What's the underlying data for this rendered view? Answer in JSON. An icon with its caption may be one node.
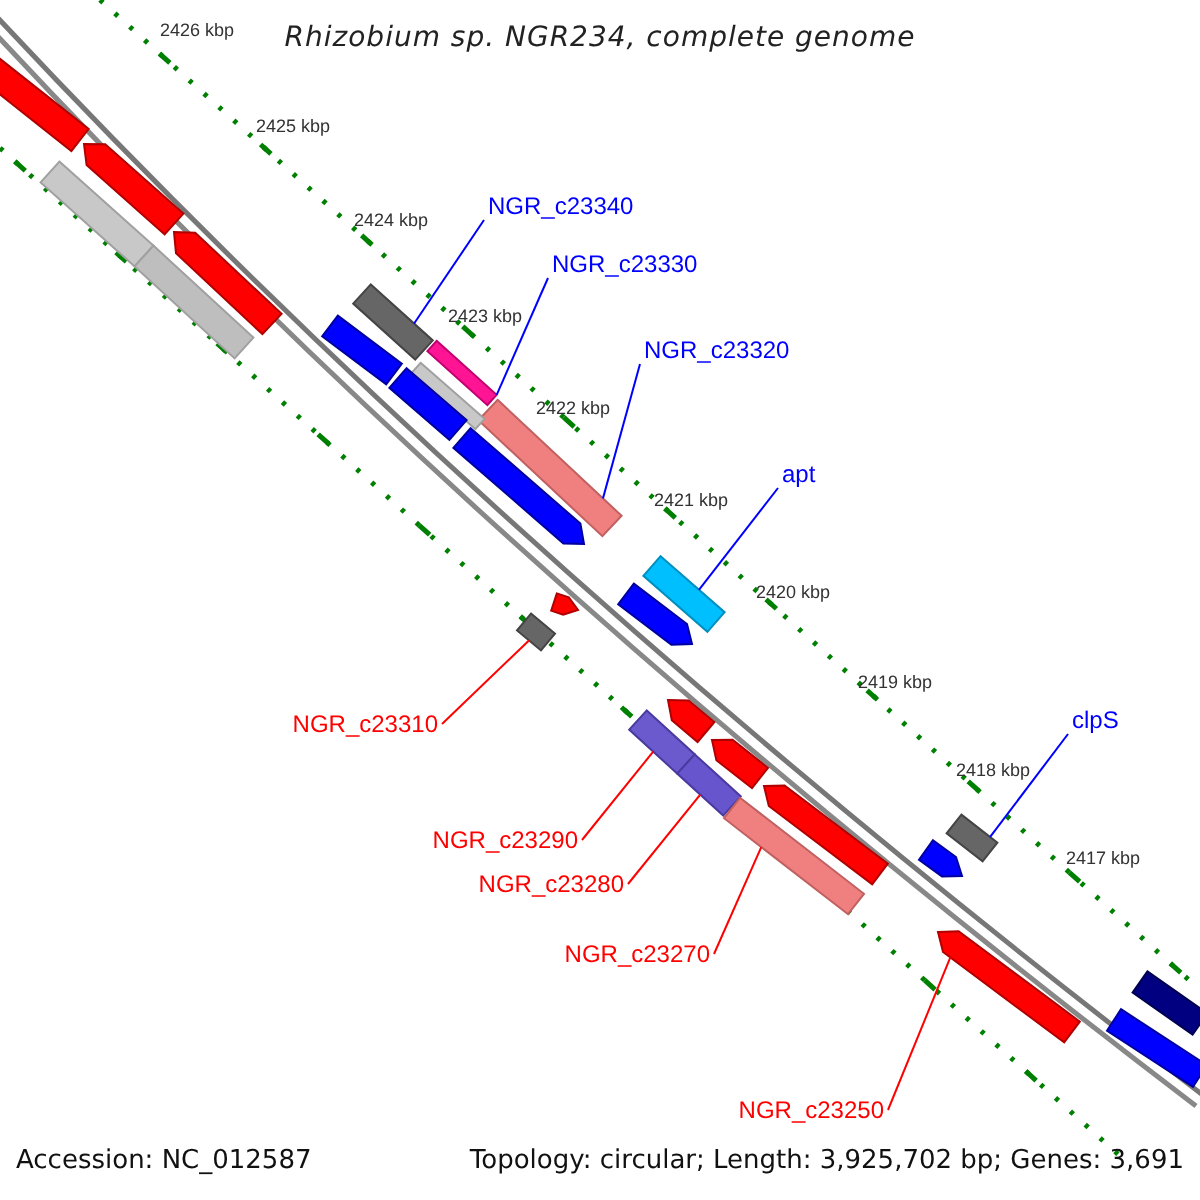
{
  "diagram": {
    "title": "Rhizobium sp. NGR234, complete genome",
    "nodes": [
      {
        "text": [],
        "shape": "bar"
      },
      {
        "text": [],
        "shape": "bar"
      },
      {
        "text": [],
        "shape": "bar"
      },
      {
        "text": [],
        "shape": "bar"
      },
      {
        "text": [],
        "shape": "bar"
      },
      {
        "text": [],
        "shape": "bar"
      },
      {
        "text": [],
        "shape": "bar"
      },
      {
        "text": [],
        "shape": "bar"
      },
      {
        "text": [],
        "shape": "bar"
      },
      {
        "text": [],
        "shape": "bar"
      },
      {
        "text": [],
        "shape": "bar"
      },
      {
        "text": [],
        "shape": "bar"
      },
      {
        "text": [],
        "shape": "bar"
      },
      {
        "text": [],
        "shape": "bar"
      },
      {
        "text": [],
        "shape": "bar"
      },
      {
        "text": [],
        "shape": "bar"
      },
      {
        "text": [],
        "shape": "bar"
      },
      {
        "text": [],
        "shape": "bar"
      },
      {
        "text": [],
        "shape": "bar"
      },
      {
        "text": [],
        "shape": "bar"
      },
      {
        "text": [],
        "shape": "bar"
      },
      {
        "text": [],
        "shape": "bar"
      },
      {
        "text": [],
        "shape": "bar"
      },
      {
        "text": [],
        "shape": "bar"
      },
      {
        "text": [],
        "shape": "bar"
      },
      {
        "text": [],
        "shape": "bar"
      },
      {
        "text": [],
        "shape": "bar"
      },
      {
        "text": [
          "NGR_c23340"
        ]
      },
      {
        "text": [
          "NGR_c23330"
        ]
      },
      {
        "text": [
          "NGR_c23320"
        ]
      },
      {
        "text": [
          "apt"
        ]
      },
      {
        "text": [
          "clpS"
        ]
      },
      {
        "text": [
          "NGR_c23310"
        ]
      },
      {
        "text": [
          "NGR_c23290"
        ]
      },
      {
        "text": [
          "NGR_c23280"
        ]
      },
      {
        "text": [
          "NGR_c23270"
        ]
      },
      {
        "text": [
          "NGR_c23250"
        ]
      }
    ],
    "edges": [
      {
        "from": 27,
        "to": 5,
        "arrow": "none",
        "color": "#0000ff"
      },
      {
        "from": 28,
        "to": 6,
        "arrow": "none",
        "color": "#0000ff"
      },
      {
        "from": 29,
        "to": 7,
        "arrow": "none",
        "color": "#0000ff"
      },
      {
        "from": 30,
        "to": 12,
        "arrow": "none",
        "color": "#0000ff"
      },
      {
        "from": 31,
        "to": 22,
        "arrow": "none",
        "color": "#0000ff"
      },
      {
        "from": 32,
        "to": 14,
        "arrow": "none",
        "color": "#ff0000"
      },
      {
        "from": 33,
        "to": 19,
        "arrow": "none",
        "color": "#ff0000"
      },
      {
        "from": 34,
        "to": 20,
        "arrow": "none",
        "color": "#ff0000"
      },
      {
        "from": 35,
        "to": 21,
        "arrow": "none",
        "color": "#ff0000"
      },
      {
        "from": 36,
        "to": 24,
        "arrow": "none",
        "color": "#ff0000"
      }
    ],
    "labels": [
      "2426 kbp",
      "2425 kbp",
      "2424 kbp",
      "2423 kbp",
      "2422 kbp",
      "2421 kbp",
      "2420 kbp",
      "2419 kbp",
      "2418 kbp",
      "2417 kbp",
      "Accession: NC_012587",
      "Topology: circular; Length: 3,925,702 bp; Genes: 3,691"
    ]
  }
}
